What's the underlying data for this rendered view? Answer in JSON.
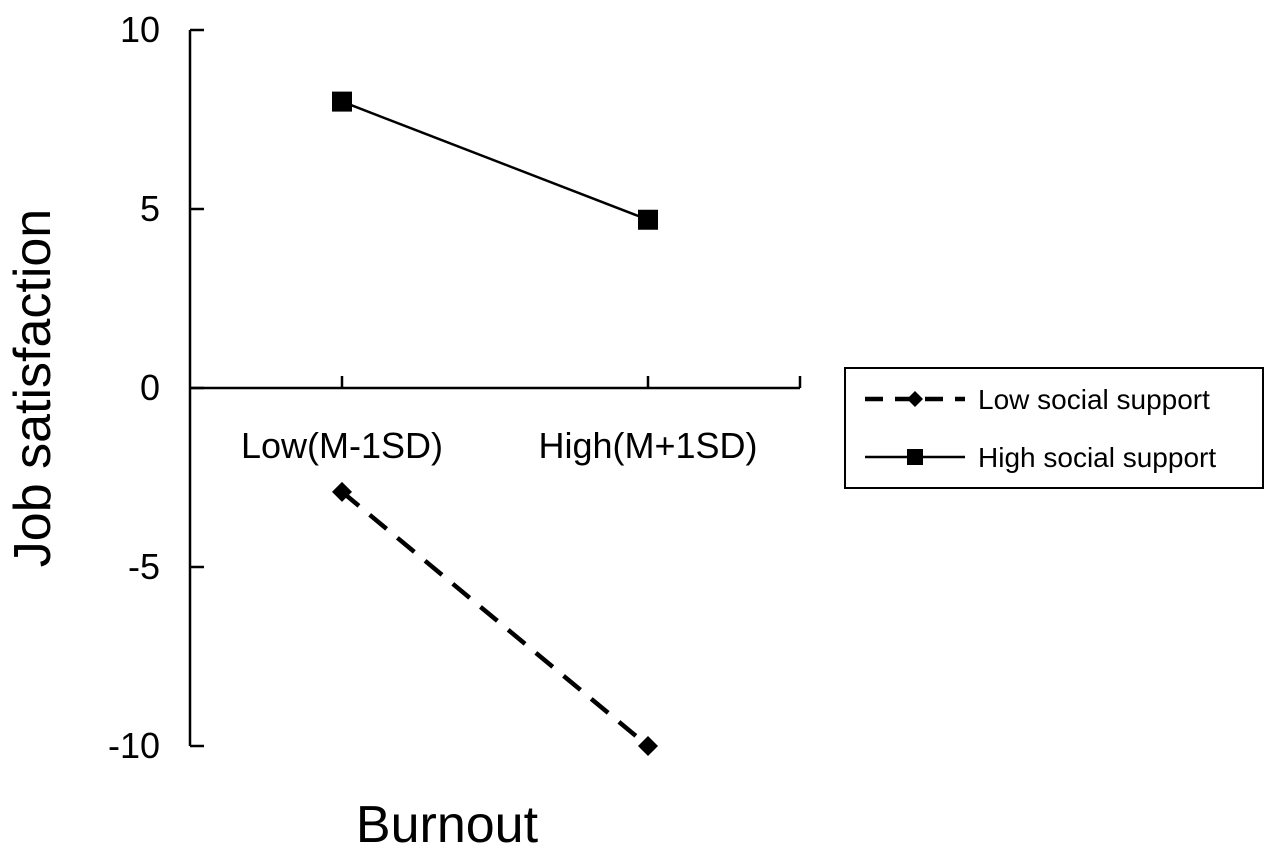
{
  "chart_data": {
    "type": "line",
    "title": "",
    "xlabel": "Burnout",
    "ylabel": "Job satisfaction",
    "categories": [
      "Low(M-1SD)",
      "High(M+1SD)"
    ],
    "ylim": [
      -10,
      10
    ],
    "yticks": [
      10,
      5,
      0,
      -5,
      -10
    ],
    "grid": false,
    "legend_position": "right",
    "series": [
      {
        "name": "Low social support",
        "values": [
          -2.9,
          -10.0
        ],
        "marker": "diamond",
        "line_style": "dashed",
        "color": "#000000"
      },
      {
        "name": "High social support",
        "values": [
          8.0,
          4.7
        ],
        "marker": "square",
        "line_style": "solid",
        "color": "#000000"
      }
    ]
  }
}
